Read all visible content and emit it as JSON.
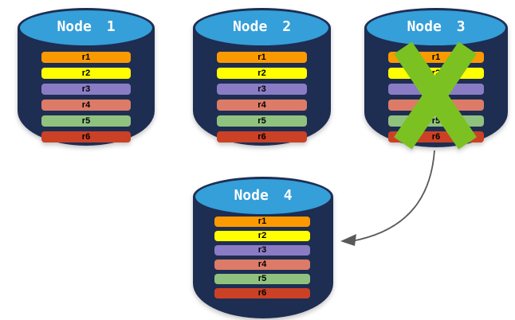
{
  "colors": {
    "background": "#FFFFFF",
    "cylinder_body": "#1E2D52",
    "cylinder_top": "#349FD8",
    "cylinder_outline": "#1E2D52",
    "failure_x": "#7CC122",
    "arrow": "#5A5A5A",
    "title_text": "#FFFFFF",
    "row_text": "#000000"
  },
  "nodes": [
    {
      "title": "Node 1",
      "status": "ok",
      "rows": [
        {
          "label": "r1",
          "color": "#FA9A00"
        },
        {
          "label": "r2",
          "color": "#FFFF00"
        },
        {
          "label": "r3",
          "color": "#8A7CC4"
        },
        {
          "label": "r4",
          "color": "#DC7B67"
        },
        {
          "label": "r5",
          "color": "#90C27F"
        },
        {
          "label": "r6",
          "color": "#CB4125"
        }
      ]
    },
    {
      "title": "Node 2",
      "status": "ok",
      "rows": [
        {
          "label": "r1",
          "color": "#FA9A00"
        },
        {
          "label": "r2",
          "color": "#FFFF00"
        },
        {
          "label": "r3",
          "color": "#8A7CC4"
        },
        {
          "label": "r4",
          "color": "#DC7B67"
        },
        {
          "label": "r5",
          "color": "#90C27F"
        },
        {
          "label": "r6",
          "color": "#CB4125"
        }
      ]
    },
    {
      "title": "Node 3",
      "status": "failed",
      "rows": [
        {
          "label": "r1",
          "color": "#FA9A00"
        },
        {
          "label": "r2",
          "color": "#FFFF00"
        },
        {
          "label": "r3",
          "color": "#8A7CC4"
        },
        {
          "label": "r4",
          "color": "#DC7B67"
        },
        {
          "label": "r5",
          "color": "#90C27F"
        },
        {
          "label": "r6",
          "color": "#CB4125"
        }
      ]
    },
    {
      "title": "Node 4",
      "status": "ok",
      "rows": [
        {
          "label": "r1",
          "color": "#FA9A00"
        },
        {
          "label": "r2",
          "color": "#FFFF00"
        },
        {
          "label": "r3",
          "color": "#8A7CC4"
        },
        {
          "label": "r4",
          "color": "#DC7B67"
        },
        {
          "label": "r5",
          "color": "#90C27F"
        },
        {
          "label": "r6",
          "color": "#CB4125"
        }
      ]
    }
  ],
  "annotations": {
    "failure_x_on": "Node 3",
    "arrow_from": "Node 3",
    "arrow_to": "Node 4"
  }
}
